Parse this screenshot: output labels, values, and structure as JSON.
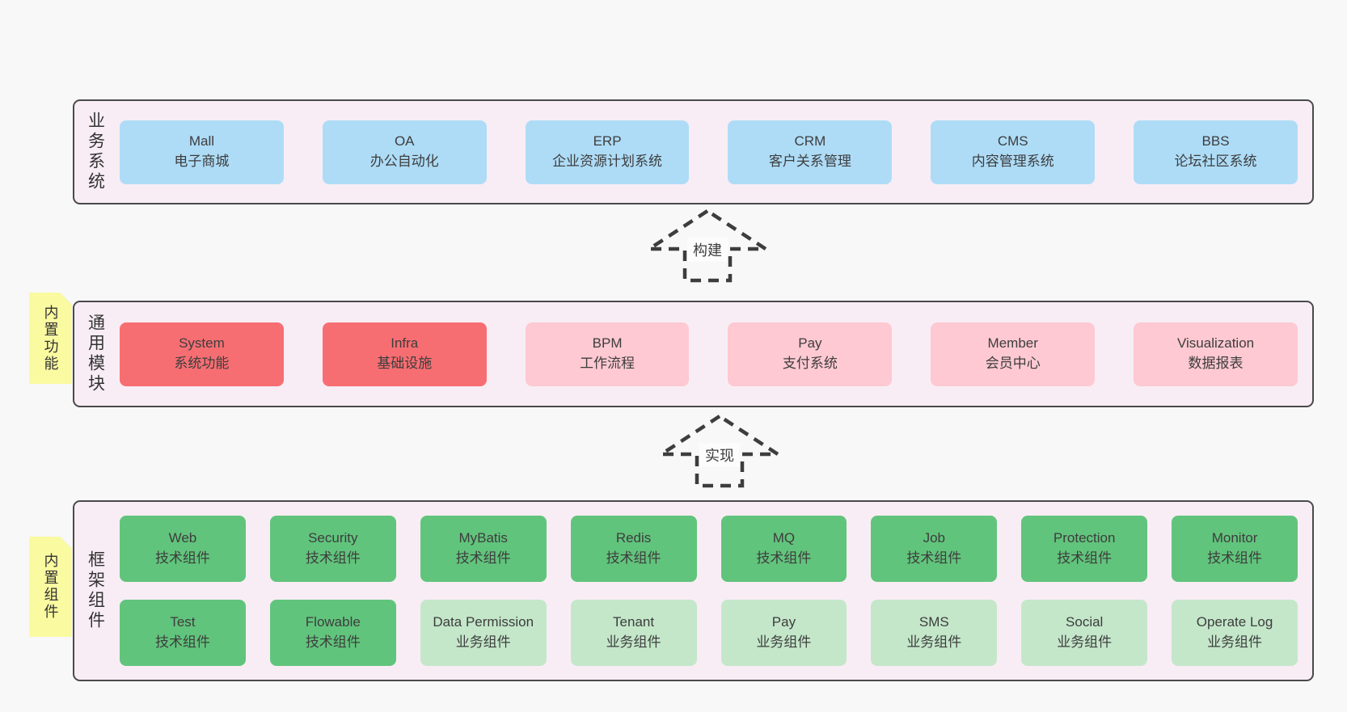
{
  "colors": {
    "page_bg": "#f8f8f8",
    "panel_bg": "#f8edf5",
    "panel_border": "#4a4a4a",
    "blue": "#aedcf7",
    "red": "#f76e72",
    "pink": "#fec9d2",
    "green_dark": "#61c47c",
    "green_light": "#c4e7ca",
    "sticky_yellow": "#fafaa1",
    "sticky_fold": "#c8c8c8",
    "text": "#3d3d3d"
  },
  "arrows": {
    "build": {
      "label": "构建"
    },
    "implement": {
      "label": "实现"
    }
  },
  "layers": {
    "business": {
      "side_label": "业务系统",
      "boxes": [
        {
          "en": "Mall",
          "zh": "电子商城"
        },
        {
          "en": "OA",
          "zh": "办公自动化"
        },
        {
          "en": "ERP",
          "zh": "企业资源计划系统"
        },
        {
          "en": "CRM",
          "zh": "客户关系管理"
        },
        {
          "en": "CMS",
          "zh": "内容管理系统"
        },
        {
          "en": "BBS",
          "zh": "论坛社区系统"
        }
      ]
    },
    "modules": {
      "side_label": "通用模块",
      "sticky_label": "内置功能",
      "boxes": [
        {
          "en": "System",
          "zh": "系统功能"
        },
        {
          "en": "Infra",
          "zh": "基础设施"
        },
        {
          "en": "BPM",
          "zh": "工作流程"
        },
        {
          "en": "Pay",
          "zh": "支付系统"
        },
        {
          "en": "Member",
          "zh": "会员中心"
        },
        {
          "en": "Visualization",
          "zh": "数据报表"
        }
      ]
    },
    "components": {
      "side_label": "框架组件",
      "sticky_label": "内置组件",
      "row1": [
        {
          "en": "Web",
          "zh": "技术组件"
        },
        {
          "en": "Security",
          "zh": "技术组件"
        },
        {
          "en": "MyBatis",
          "zh": "技术组件"
        },
        {
          "en": "Redis",
          "zh": "技术组件"
        },
        {
          "en": "MQ",
          "zh": "技术组件"
        },
        {
          "en": "Job",
          "zh": "技术组件"
        },
        {
          "en": "Protection",
          "zh": "技术组件"
        },
        {
          "en": "Monitor",
          "zh": "技术组件"
        }
      ],
      "row2": [
        {
          "en": "Test",
          "zh": "技术组件"
        },
        {
          "en": "Flowable",
          "zh": "技术组件"
        },
        {
          "en": "Data Permission",
          "zh": "业务组件"
        },
        {
          "en": "Tenant",
          "zh": "业务组件"
        },
        {
          "en": "Pay",
          "zh": "业务组件"
        },
        {
          "en": "SMS",
          "zh": "业务组件"
        },
        {
          "en": "Social",
          "zh": "业务组件"
        },
        {
          "en": "Operate Log",
          "zh": "业务组件"
        }
      ]
    }
  }
}
